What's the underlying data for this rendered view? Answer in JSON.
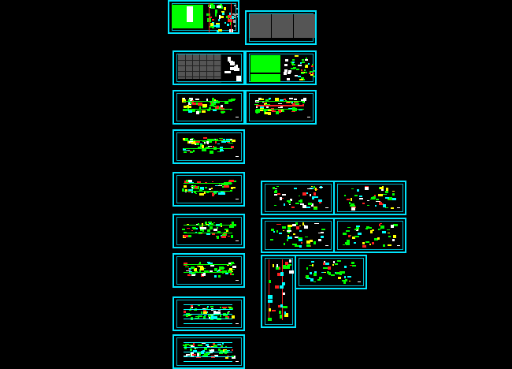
{
  "colors": {
    "background": "#000000",
    "sheet_border": "#00e5ff",
    "plan_green": "#00ff00",
    "plan_red": "#ff2020",
    "plan_cyan": "#00ffff",
    "plan_white": "#ffffff",
    "plan_yellow": "#ffff00",
    "gray_fill": "#555555"
  },
  "sheets": [
    {
      "id": "s1",
      "style": "site"
    },
    {
      "id": "s2",
      "style": "gray"
    },
    {
      "id": "s3",
      "style": "gray-grid"
    },
    {
      "id": "s4",
      "style": "notes"
    },
    {
      "id": "s5",
      "style": "plan"
    },
    {
      "id": "s6",
      "style": "plan-red"
    },
    {
      "id": "s7",
      "style": "plan"
    },
    {
      "id": "s8",
      "style": "plan"
    },
    {
      "id": "s9",
      "style": "plan"
    },
    {
      "id": "s10",
      "style": "plan"
    },
    {
      "id": "s11",
      "style": "elevation"
    },
    {
      "id": "s12",
      "style": "elevation"
    },
    {
      "id": "s13",
      "style": "detail"
    },
    {
      "id": "s14",
      "style": "detail"
    },
    {
      "id": "s15",
      "style": "detail"
    },
    {
      "id": "s16",
      "style": "detail"
    },
    {
      "id": "s17",
      "style": "section"
    },
    {
      "id": "s18",
      "style": "detail"
    }
  ]
}
